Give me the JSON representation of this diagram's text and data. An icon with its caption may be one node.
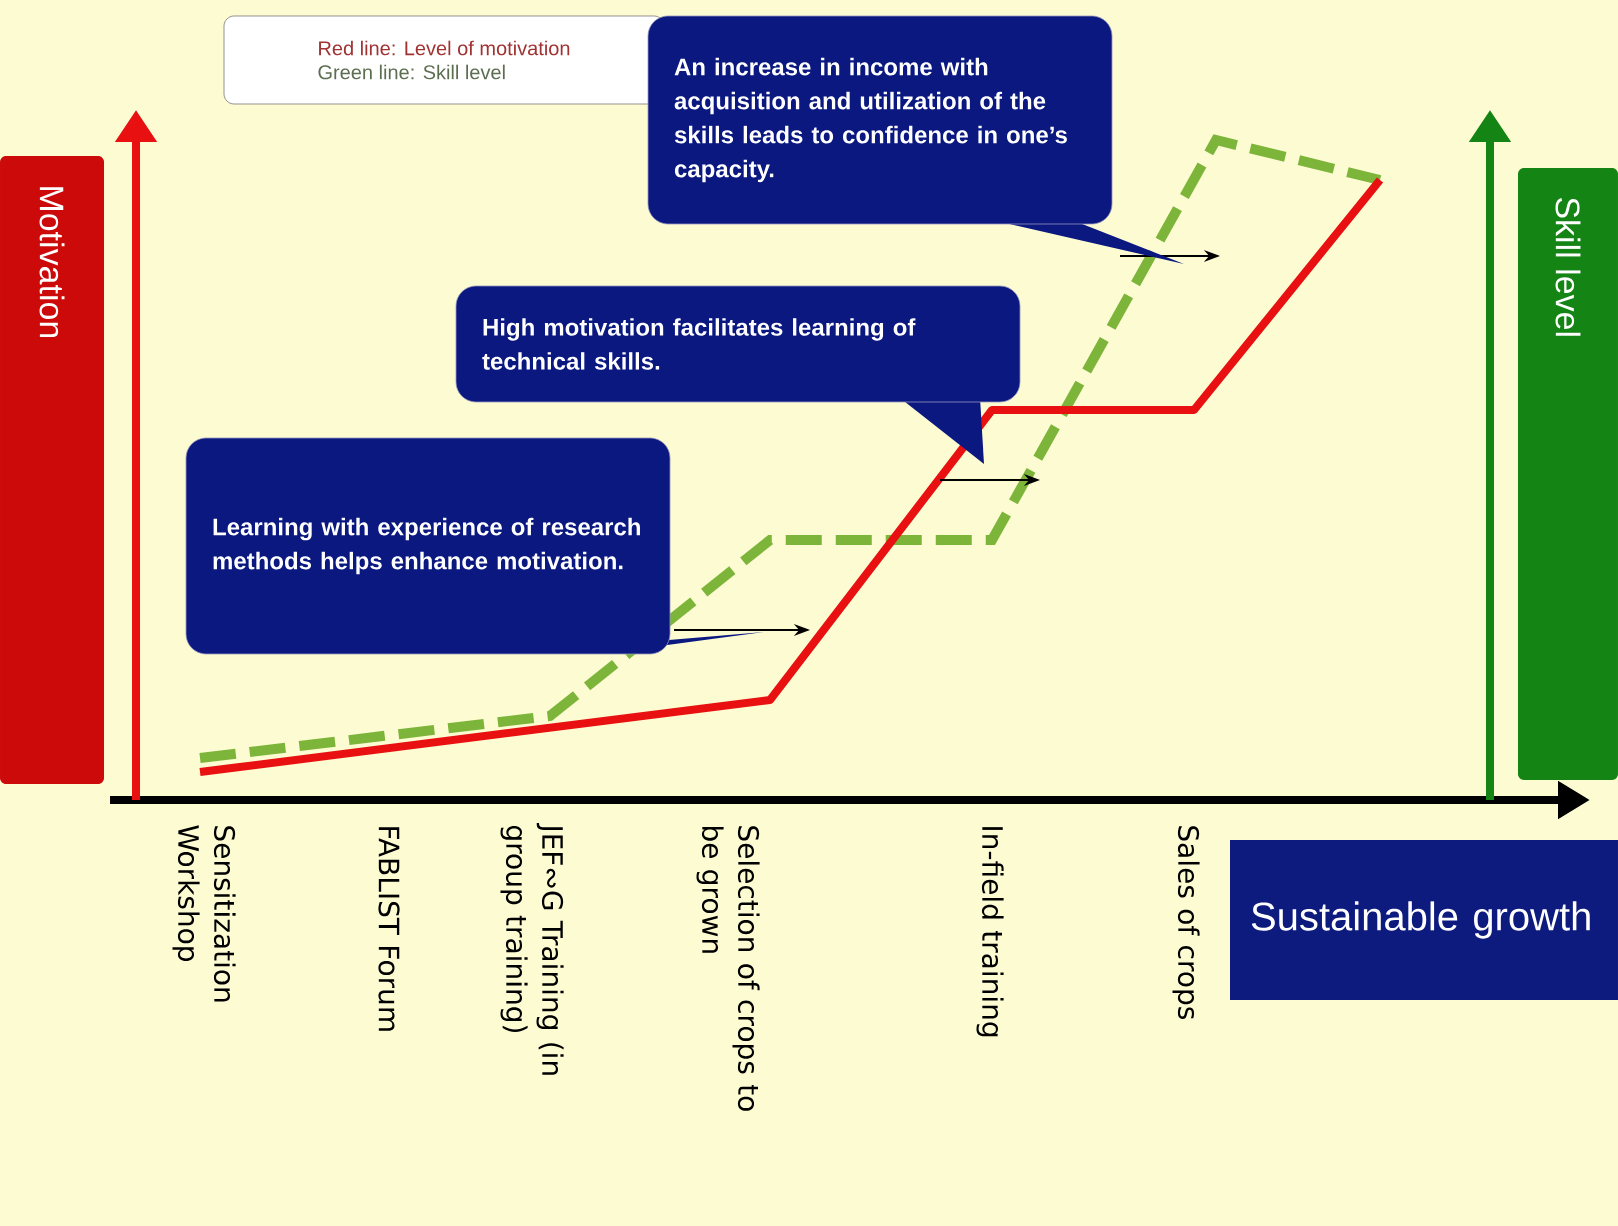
{
  "diagram": {
    "nodes": [
      {
        "text": [
          "Red line: Level of motivation",
          "Green line: Skill level"
        ]
      },
      {
        "text": [
          "An increase in income with acquisition and utilization of the skills leads to confidence in one’s capacity."
        ]
      },
      {
        "text": [
          "High motivation facilitates learning of technical skills."
        ]
      },
      {
        "text": [
          "Learning with experience of research methods helps enhance motivation."
        ]
      },
      {
        "text": [
          "Motivation"
        ]
      },
      {
        "text": [
          "Skill level"
        ]
      },
      {
        "text": [
          "Sustainable growth"
        ]
      }
    ],
    "labels": [
      "Sensitization Workshop",
      "FABLIST Forum",
      "JEF∾G Training (in group training)",
      "Selection of crops to be grown",
      "In-field training",
      "Sales of crops"
    ]
  }
}
